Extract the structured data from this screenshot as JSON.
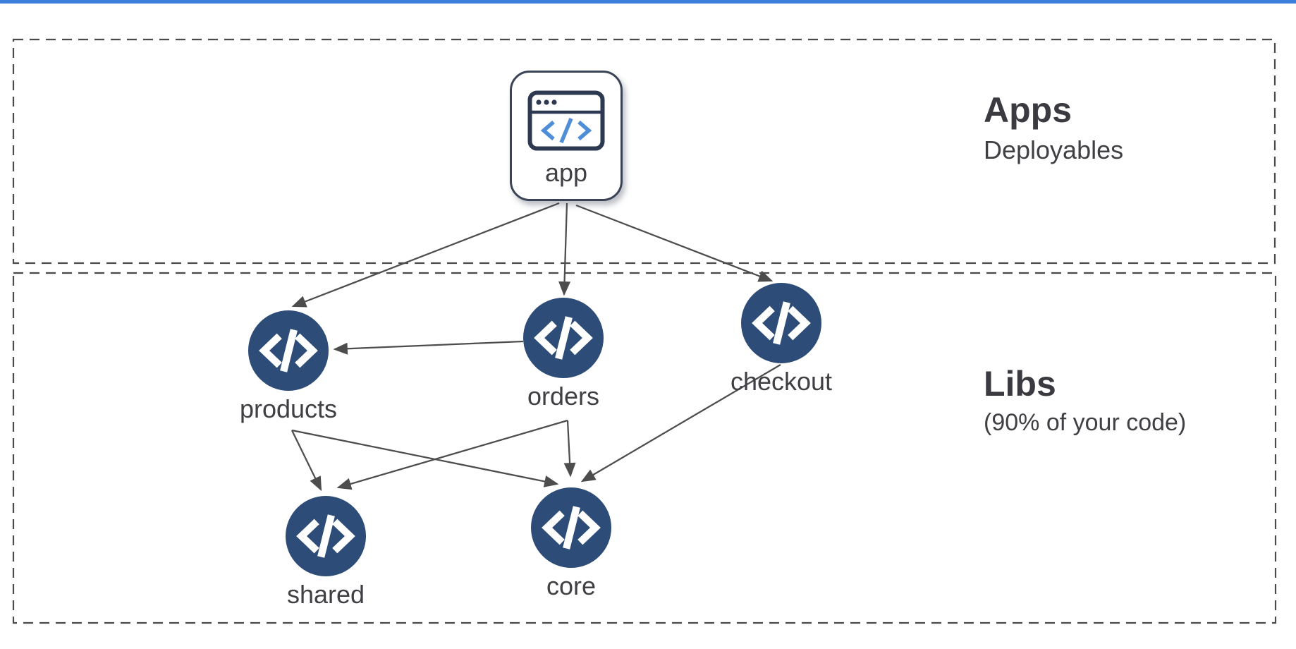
{
  "page": {
    "accent_bar_color": "#3d7edb",
    "background": "#ffffff"
  },
  "sections": {
    "apps": {
      "title": "Apps",
      "subtitle": "Deployables"
    },
    "libs": {
      "title": "Libs",
      "subtitle": "(90% of your code)"
    }
  },
  "nodes": {
    "app": {
      "label": "app",
      "section": "apps",
      "icon": "browser-code-icon"
    },
    "products": {
      "label": "products",
      "section": "libs",
      "icon": "code-icon"
    },
    "orders": {
      "label": "orders",
      "section": "libs",
      "icon": "code-icon"
    },
    "checkout": {
      "label": "checkout",
      "section": "libs",
      "icon": "code-icon"
    },
    "shared": {
      "label": "shared",
      "section": "libs",
      "icon": "code-icon"
    },
    "core": {
      "label": "core",
      "section": "libs",
      "icon": "code-icon"
    }
  },
  "edges": [
    {
      "from": "app",
      "to": "products"
    },
    {
      "from": "app",
      "to": "orders"
    },
    {
      "from": "app",
      "to": "checkout"
    },
    {
      "from": "orders",
      "to": "products"
    },
    {
      "from": "products",
      "to": "shared"
    },
    {
      "from": "products",
      "to": "core"
    },
    {
      "from": "orders",
      "to": "shared"
    },
    {
      "from": "orders",
      "to": "core"
    },
    {
      "from": "checkout",
      "to": "core"
    }
  ],
  "colors": {
    "lib_node_fill": "#2d4c78",
    "edge": "#4d4d4d",
    "dashed_border": "#4a4a4a",
    "label_text": "#3f3f44",
    "heading_text": "#3a3a40",
    "app_card_border": "#3b4457",
    "browser_icon_stroke": "#2d3950",
    "browser_code_blue": "#4e8ed9"
  }
}
